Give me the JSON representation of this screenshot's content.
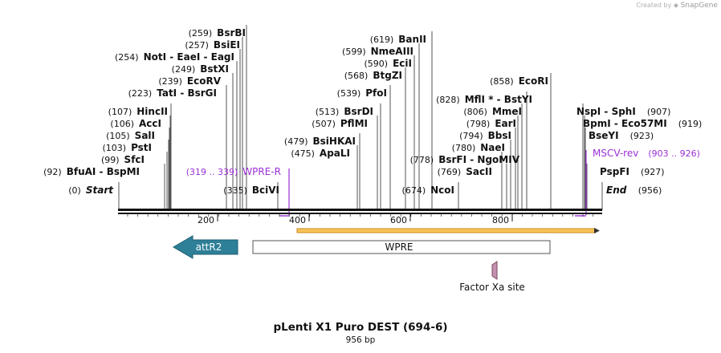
{
  "header": {
    "credit_prefix": "Created by",
    "credit_brand": "SnapGene"
  },
  "map": {
    "title": "pLenti X1 Puro DEST (694-6)",
    "length_label": "956 bp",
    "ruler_ticks": [
      "200",
      "400",
      "600",
      "800"
    ],
    "colors": {
      "enzyme": "#111111",
      "primer": "#9b30d6",
      "attr": "#2e7f98",
      "site": "#c58fb0",
      "orf_fill": "#f6c45a",
      "orf_stroke": "#c98a1c"
    }
  },
  "enzymes": [
    {
      "pos": "(0)",
      "name": "Start",
      "italic": true
    },
    {
      "pos": "(92)",
      "name": "BfuAI  -  BspMI"
    },
    {
      "pos": "(99)",
      "name": "SfcI"
    },
    {
      "pos": "(103)",
      "name": "PstI"
    },
    {
      "pos": "(105)",
      "name": "SalI"
    },
    {
      "pos": "(106)",
      "name": "AccI"
    },
    {
      "pos": "(107)",
      "name": "HincII"
    },
    {
      "pos": "(223)",
      "name": "TatI  -  BsrGI"
    },
    {
      "pos": "(239)",
      "name": "EcoRV"
    },
    {
      "pos": "(249)",
      "name": "BstXI"
    },
    {
      "pos": "(254)",
      "name": "NotI  -  EaeI  -  EagI"
    },
    {
      "pos": "(257)",
      "name": "BsiEI"
    },
    {
      "pos": "(259)",
      "name": "BsrBI"
    },
    {
      "pos": "(335)",
      "name": "BciVI"
    },
    {
      "pos": "(475)",
      "name": "ApaLI"
    },
    {
      "pos": "(479)",
      "name": "BsiHKAI"
    },
    {
      "pos": "(507)",
      "name": "PflMI"
    },
    {
      "pos": "(513)",
      "name": "BsrDI"
    },
    {
      "pos": "(539)",
      "name": "PfoI"
    },
    {
      "pos": "(568)",
      "name": "BtgZI"
    },
    {
      "pos": "(590)",
      "name": "EciI"
    },
    {
      "pos": "(599)",
      "name": "NmeAIII"
    },
    {
      "pos": "(619)",
      "name": "BanII"
    },
    {
      "pos": "(674)",
      "name": "NcoI"
    },
    {
      "pos": "(778)",
      "name": "BsrFI  -  NgoMIV"
    },
    {
      "pos": "(769)",
      "name": "SacII"
    },
    {
      "pos": "(780)",
      "name": "NaeI"
    },
    {
      "pos": "(794)",
      "name": "BbsI"
    },
    {
      "pos": "(798)",
      "name": "EarI"
    },
    {
      "pos": "(806)",
      "name": "MmeI"
    },
    {
      "pos": "(828)",
      "name": "MflI * - BstYI"
    },
    {
      "pos": "(858)",
      "name": "EcoRI"
    },
    {
      "pos": "(907)",
      "name": "NspI  -  SphI"
    },
    {
      "pos": "(919)",
      "name": "BpmI  -  Eco57MI"
    },
    {
      "pos": "(923)",
      "name": "BseYI"
    },
    {
      "pos": "(927)",
      "name": "PspFI"
    },
    {
      "pos": "(956)",
      "name": "End",
      "italic": true
    }
  ],
  "primers": [
    {
      "name": "WPRE-R",
      "range": "(319 .. 339)"
    },
    {
      "name": "MSCV-rev",
      "range": "(903 .. 926)"
    }
  ],
  "features": {
    "attr2": "attR2",
    "wpre": "WPRE",
    "site": "Factor Xa site"
  }
}
